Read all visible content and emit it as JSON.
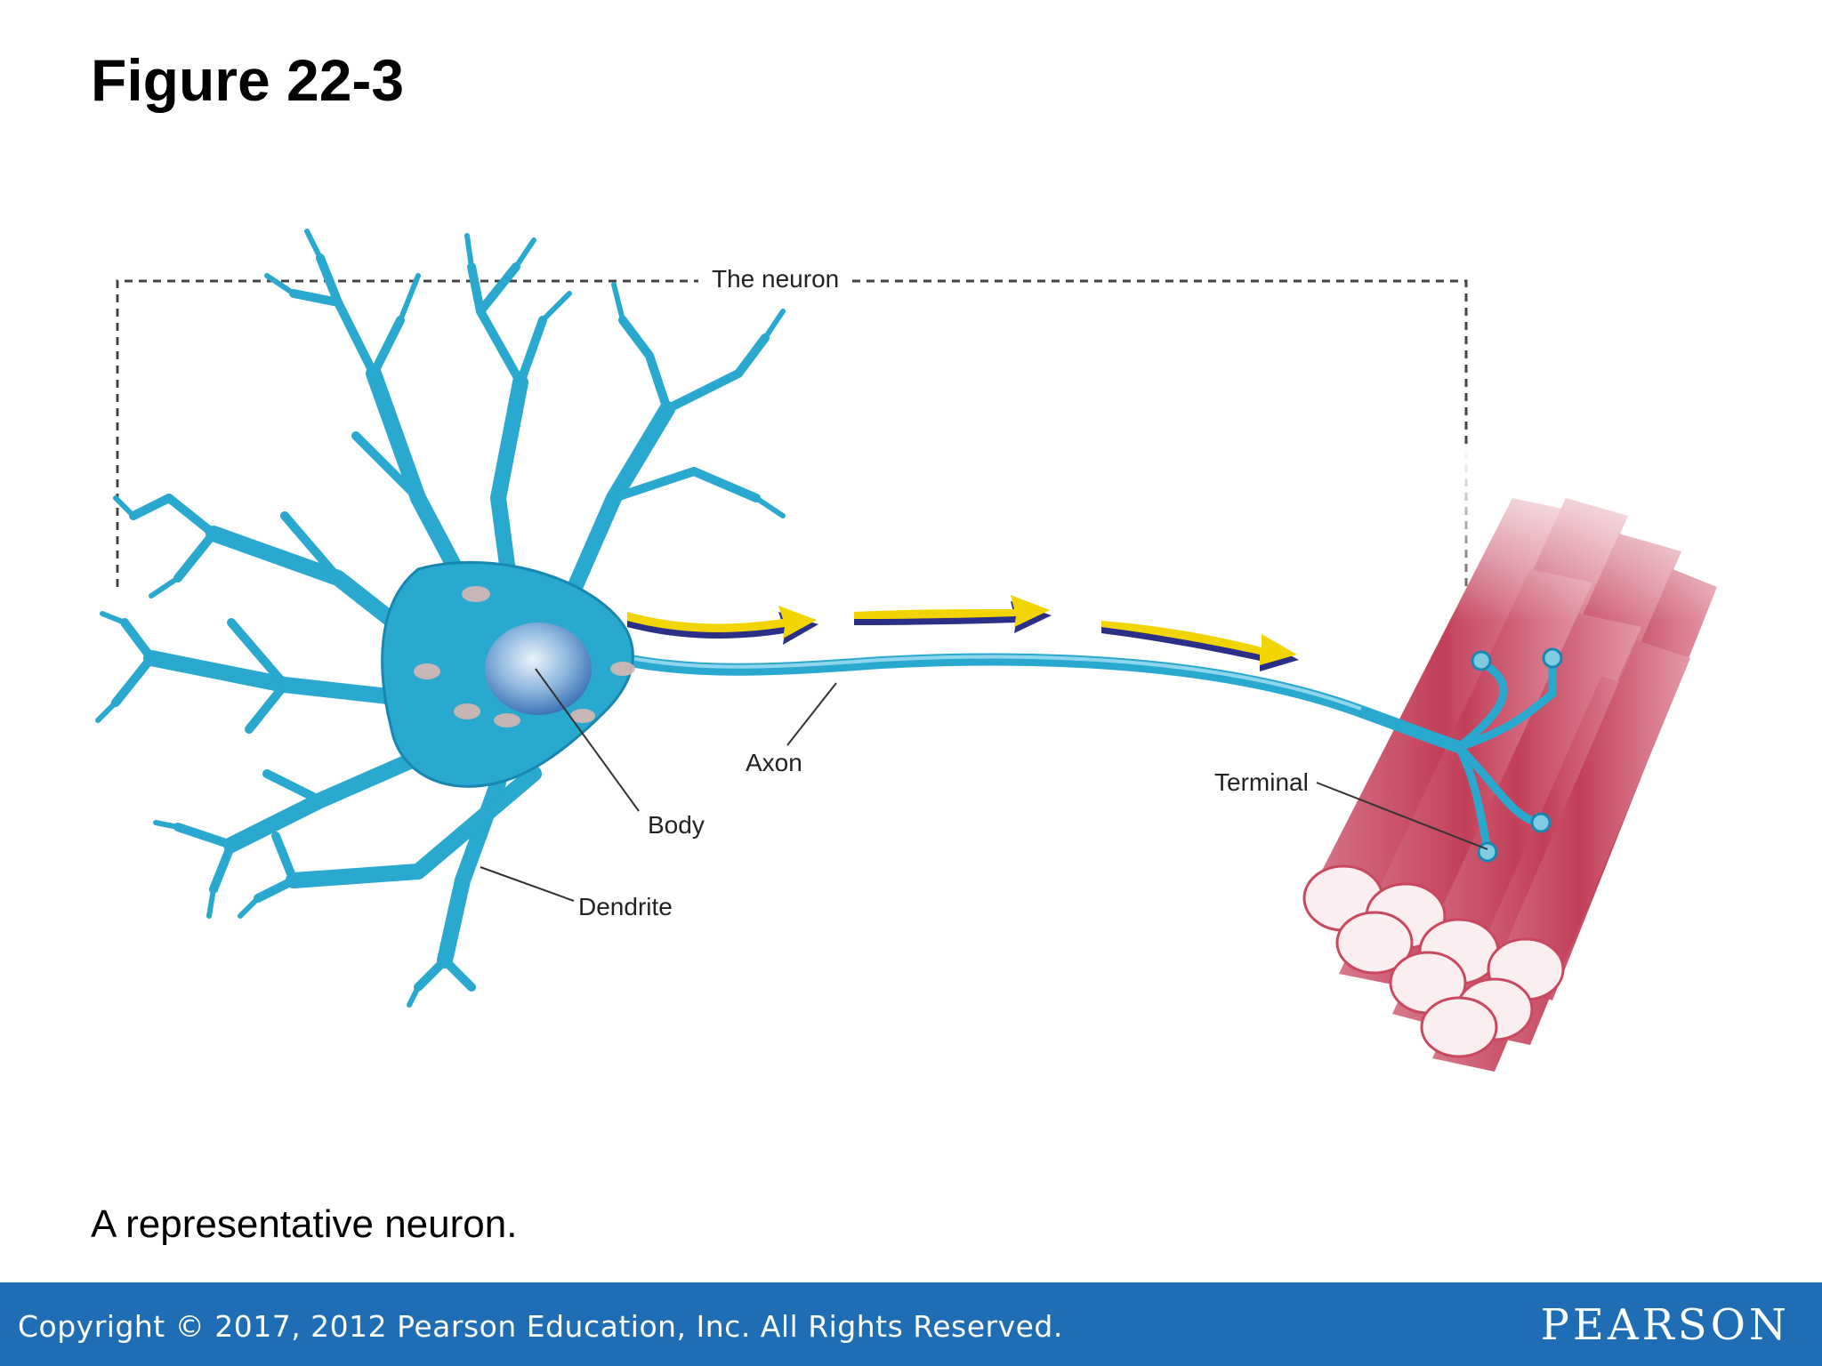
{
  "slide": {
    "title": "Figure 22-3",
    "caption": "A representative neuron."
  },
  "diagram": {
    "bracket_label": "The neuron",
    "labels": {
      "axon": "Axon",
      "body": "Body",
      "dendrite": "Dendrite",
      "terminal": "Terminal"
    }
  },
  "footer": {
    "copyright": "Copyright © 2017, 2012 Pearson Education, Inc. All Rights Reserved.",
    "logo": "PEARSON"
  },
  "colors": {
    "neuron": "#29a9cf",
    "neuron_dark": "#1786b0",
    "arrow": "#f2d500",
    "arrow_shadow": "#2b2f86",
    "muscle": "#c9485f",
    "footer": "#1f6db4"
  }
}
